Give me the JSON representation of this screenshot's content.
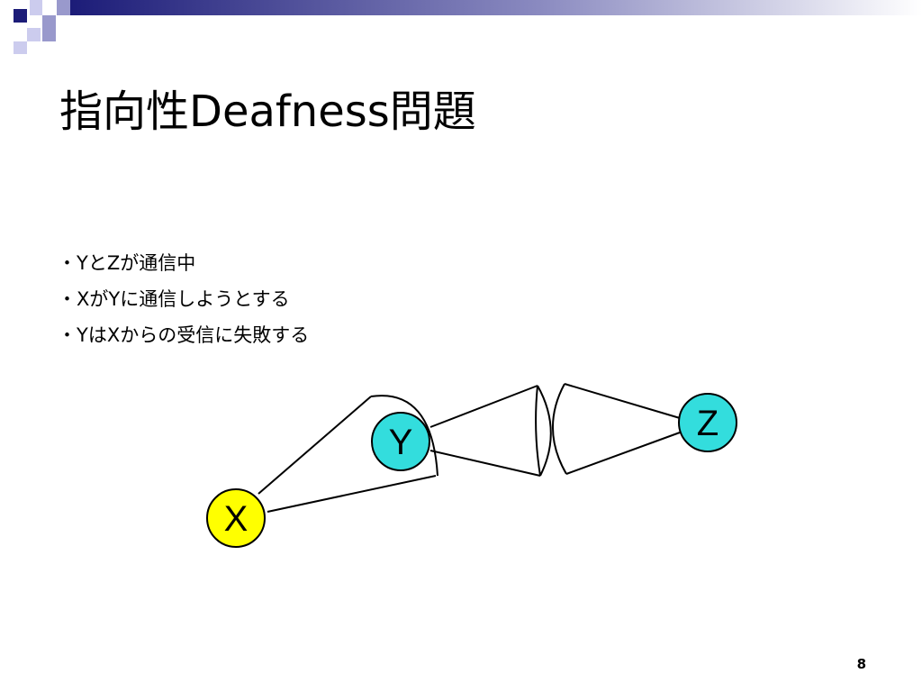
{
  "slide": {
    "title": "指向性Deafness問題",
    "bullets": [
      "・YとZが通信中",
      "・XがYに通信しようとする",
      "・YはXからの受信に失敗する"
    ],
    "page_number": "8"
  },
  "nodes": [
    {
      "id": "x",
      "label": "X",
      "color": "#ffff00"
    },
    {
      "id": "y",
      "label": "Y",
      "color": "#33dddd"
    },
    {
      "id": "z",
      "label": "Z",
      "color": "#33dddd"
    }
  ],
  "colors": {
    "decor_navy": "#1c1c78",
    "decor_lavender": "#9999cc",
    "decor_light": "#ccccee"
  }
}
